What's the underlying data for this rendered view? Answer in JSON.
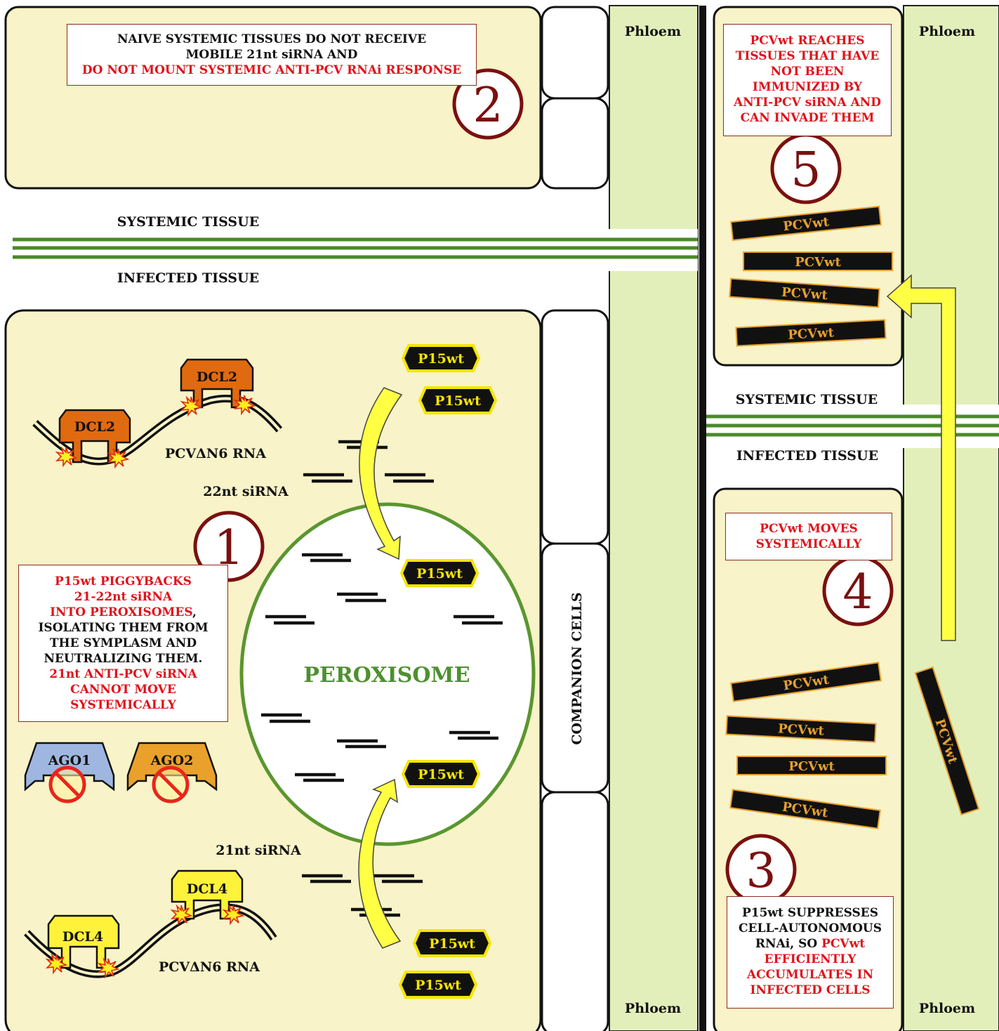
{
  "colors": {
    "cell_fill": "#f8f3c8",
    "phloem_fill": "#e3efbb",
    "boundary_green": "#4a8a28",
    "peroxisome_green": "#5a9630",
    "number_ring": "#7a1010",
    "red_text": "#e0121b",
    "siRNA_yellow": "#ffff44",
    "tag_orange": "#e6a030",
    "ago1_blue": "#9fb7e0",
    "ago2_orange": "#e9a12c",
    "dcl2_orange": "#e06a10",
    "dcl4_yellow": "#fff23a"
  },
  "labels": {
    "systemic_tissue": "SYSTEMIC TISSUE",
    "infected_tissue": "INFECTED TISSUE",
    "phloem": "Phloem",
    "companion_cells": "COMPANION CELLS",
    "peroxisome": "PEROXISOME",
    "pcv_dn6_rna": "PCVΔN6 RNA",
    "sirna_22nt": "22nt siRNA",
    "sirna_21nt": "21nt siRNA",
    "dcl2": "DCL2",
    "dcl4": "DCL4",
    "ago1": "AGO1",
    "ago2": "AGO2",
    "p15wt": "P15wt",
    "pcvwt": "PCVwt"
  },
  "steps": [
    {
      "number": "1",
      "lines": [
        {
          "text": "P15wt PIGGYBACKS",
          "color": "red"
        },
        {
          "text": "21-22nt siRNA",
          "color": "red"
        },
        {
          "text": "INTO PEROXISOMES",
          "color": "red",
          "suffix": ","
        },
        {
          "text": "ISOLATING THEM FROM",
          "color": "black"
        },
        {
          "text": "THE SYMPLASM AND",
          "color": "black"
        },
        {
          "text": "NEUTRALIZING THEM.",
          "color": "black"
        },
        {
          "text": "21nt ANTI-PCV siRNA",
          "color": "red"
        },
        {
          "text": "CANNOT MOVE",
          "color": "red"
        },
        {
          "text": "SYSTEMICALLY",
          "color": "red"
        }
      ]
    },
    {
      "number": "2",
      "lines": [
        {
          "text": "NAIVE SYSTEMIC TISSUES DO NOT RECEIVE",
          "color": "black"
        },
        {
          "text": "MOBILE 21nt siRNA AND",
          "color": "black"
        },
        {
          "text": "DO NOT MOUNT SYSTEMIC ANTI-PCV RNAi RESPONSE",
          "color": "red"
        }
      ]
    },
    {
      "number": "3",
      "lines": [
        {
          "text": "P15wt SUPPRESSES",
          "color": "black"
        },
        {
          "text": "CELL-AUTONOMOUS",
          "color": "black"
        },
        {
          "text": "RNAi, SO ",
          "color": "black",
          "tail": "PCVwt",
          "tail_color": "red"
        },
        {
          "text": "EFFICIENTLY",
          "color": "red"
        },
        {
          "text": "ACCUMULATES IN",
          "color": "red"
        },
        {
          "text": "INFECTED CELLS",
          "color": "red"
        }
      ]
    },
    {
      "number": "4",
      "lines": [
        {
          "text": "PCVwt MOVES",
          "color": "red"
        },
        {
          "text": "SYSTEMICALLY",
          "color": "red"
        }
      ]
    },
    {
      "number": "5",
      "lines": [
        {
          "text": "PCVwt REACHES",
          "color": "red"
        },
        {
          "text": "TISSUES THAT HAVE",
          "color": "red"
        },
        {
          "text": "NOT BEEN",
          "color": "red"
        },
        {
          "text": "IMMUNIZED BY",
          "color": "red"
        },
        {
          "text": "ANTI-PCV siRNA AND",
          "color": "red"
        },
        {
          "text": "CAN INVADE THEM",
          "color": "red"
        }
      ]
    }
  ]
}
